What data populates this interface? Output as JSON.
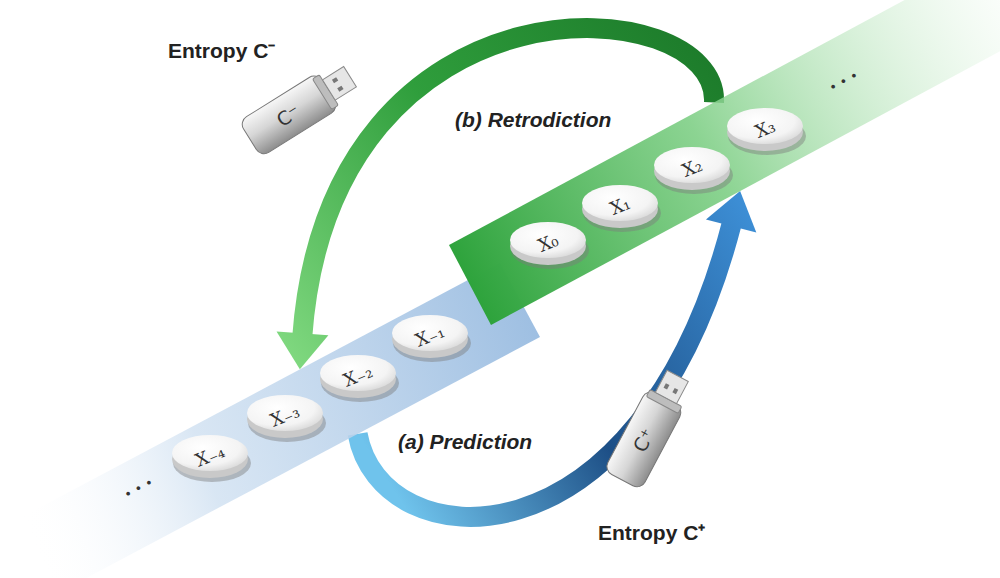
{
  "diagram": {
    "nodes": [
      {
        "text": [
          "• • •"
        ]
      },
      {
        "text": [
          "X₋₄"
        ],
        "in": 0
      },
      {
        "text": [
          "X₋₃"
        ],
        "in": 0
      },
      {
        "text": [
          "X₋₂"
        ],
        "in": 0
      },
      {
        "text": [
          "X₋₁"
        ],
        "in": 0
      },
      {
        "text": [
          "• • •"
        ]
      },
      {
        "text": [
          "X₀"
        ],
        "in": 5
      },
      {
        "text": [
          "X₁"
        ],
        "in": 5
      },
      {
        "text": [
          "X₂"
        ],
        "in": 5
      },
      {
        "text": [
          "X₃"
        ],
        "in": 5
      },
      {
        "text": [
          "C⁻"
        ]
      },
      {
        "text": [
          "C⁺"
        ]
      }
    ],
    "edges": [
      {
        "from": 0,
        "to": 5,
        "arrow": "to",
        "label": "(a) Prediction"
      },
      {
        "from": 5,
        "to": 0,
        "arrow": "to",
        "label": "(b) Retrodiction"
      }
    ],
    "labels": [
      "Entropy C⁻",
      "Entropy C⁺"
    ]
  }
}
